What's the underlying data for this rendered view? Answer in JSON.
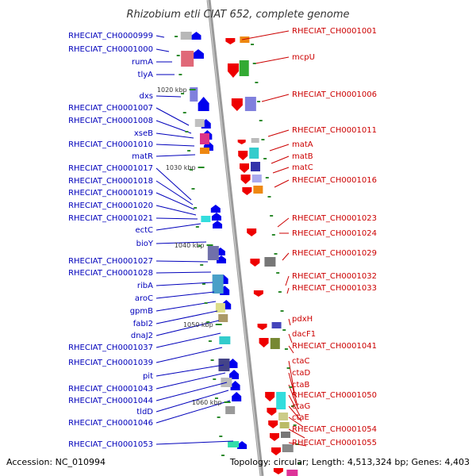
{
  "title": "Rhizobium etli CIAT 652, complete genome",
  "footer": {
    "accession": "Accession: NC_010994",
    "topology": "Topology: circular; Length: 4,513,324 bp; Genes: 4,403"
  },
  "scale_marks": [
    "1020 kbp",
    "1030 kbp",
    "1040 kbp",
    "1050 kbp",
    "1060 kbp"
  ],
  "left_labels": [
    "RHECIAT_CH0000999",
    "RHECIAT_CH0001000",
    "rumA",
    "tlyA",
    "dxs",
    "RHECIAT_CH0001007",
    "RHECIAT_CH0001008",
    "xseB",
    "RHECIAT_CH0001010",
    "matR",
    "RHECIAT_CH0001017",
    "RHECIAT_CH0001018",
    "RHECIAT_CH0001019",
    "RHECIAT_CH0001020",
    "RHECIAT_CH0001021",
    "ectC",
    "bioY",
    "RHECIAT_CH0001027",
    "RHECIAT_CH0001028",
    "ribA",
    "aroC",
    "gpmB",
    "fabI2",
    "dnaJ2",
    "RHECIAT_CH0001037",
    "RHECIAT_CH0001039",
    "pit",
    "RHECIAT_CH0001043",
    "RHECIAT_CH0001044",
    "tldD",
    "RHECIAT_CH0001046",
    "RHECIAT_CH0001053"
  ],
  "right_labels": [
    "RHECIAT_CH0001001",
    "mcpU",
    "RHECIAT_CH0001006",
    "RHECIAT_CH0001011",
    "matA",
    "matB",
    "matC",
    "RHECIAT_CH0001016",
    "RHECIAT_CH0001023",
    "RHECIAT_CH0001024",
    "RHECIAT_CH0001029",
    "RHECIAT_CH0001032",
    "RHECIAT_CH0001033",
    "pdxH",
    "dacF1",
    "RHECIAT_CH0001041",
    "ctaC",
    "ctaD",
    "ctaB",
    "RHECIAT_CH0001050",
    "ctaG",
    "ctaE",
    "RHECIAT_CH0001054",
    "RHECIAT_CH0001055"
  ],
  "colors": {
    "forward_strand": "#0000ee",
    "reverse_strand": "#ee0000",
    "left_label": "#0000bb",
    "right_label": "#cc0000",
    "backbone": "#9a9a9a"
  }
}
